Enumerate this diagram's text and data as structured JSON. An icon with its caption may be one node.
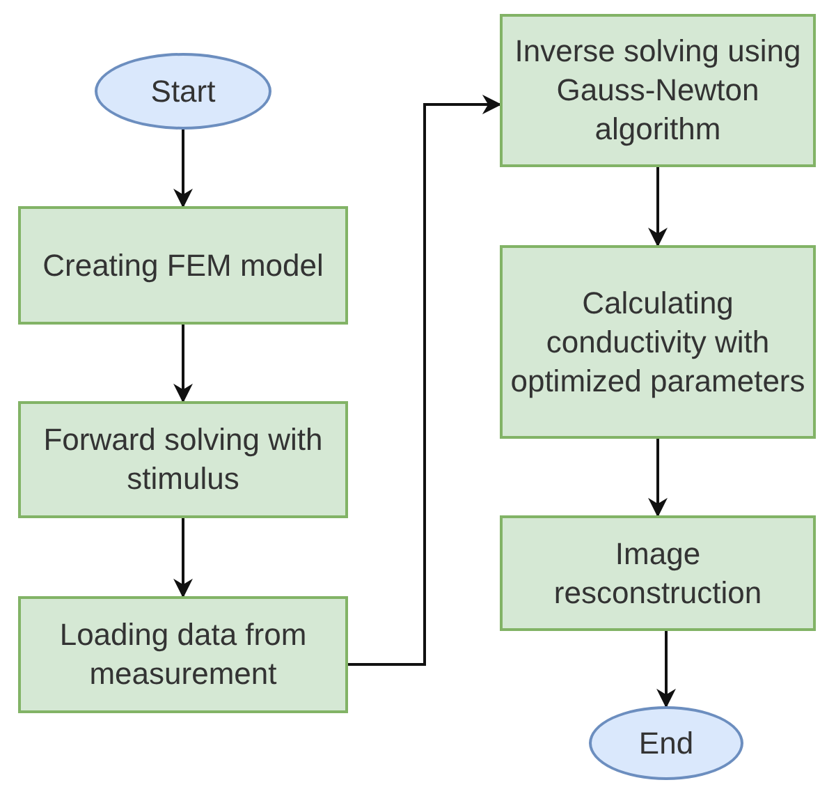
{
  "diagram": {
    "nodes": [
      {
        "text": [
          "Start"
        ]
      },
      {
        "text": [
          "Creating FEM model"
        ]
      },
      {
        "text": [
          "Forward solving with stimulus"
        ]
      },
      {
        "text": [
          "Loading data from measurement"
        ]
      },
      {
        "text": [
          "Inverse solving using Gauss-Newton algorithm"
        ]
      },
      {
        "text": [
          "Calculating conductivity with optimized parameters"
        ]
      },
      {
        "text": [
          "Image resconstruction"
        ]
      },
      {
        "text": [
          "End"
        ]
      }
    ],
    "edges": [
      {
        "from": 0,
        "to": 1,
        "arrow": "to"
      },
      {
        "from": 1,
        "to": 2,
        "arrow": "to"
      },
      {
        "from": 2,
        "to": 3,
        "arrow": "to"
      },
      {
        "from": 3,
        "to": 4,
        "arrow": "to"
      },
      {
        "from": 4,
        "to": 5,
        "arrow": "to"
      },
      {
        "from": 5,
        "to": 6,
        "arrow": "to"
      },
      {
        "from": 6,
        "to": 7,
        "arrow": "to"
      }
    ]
  }
}
